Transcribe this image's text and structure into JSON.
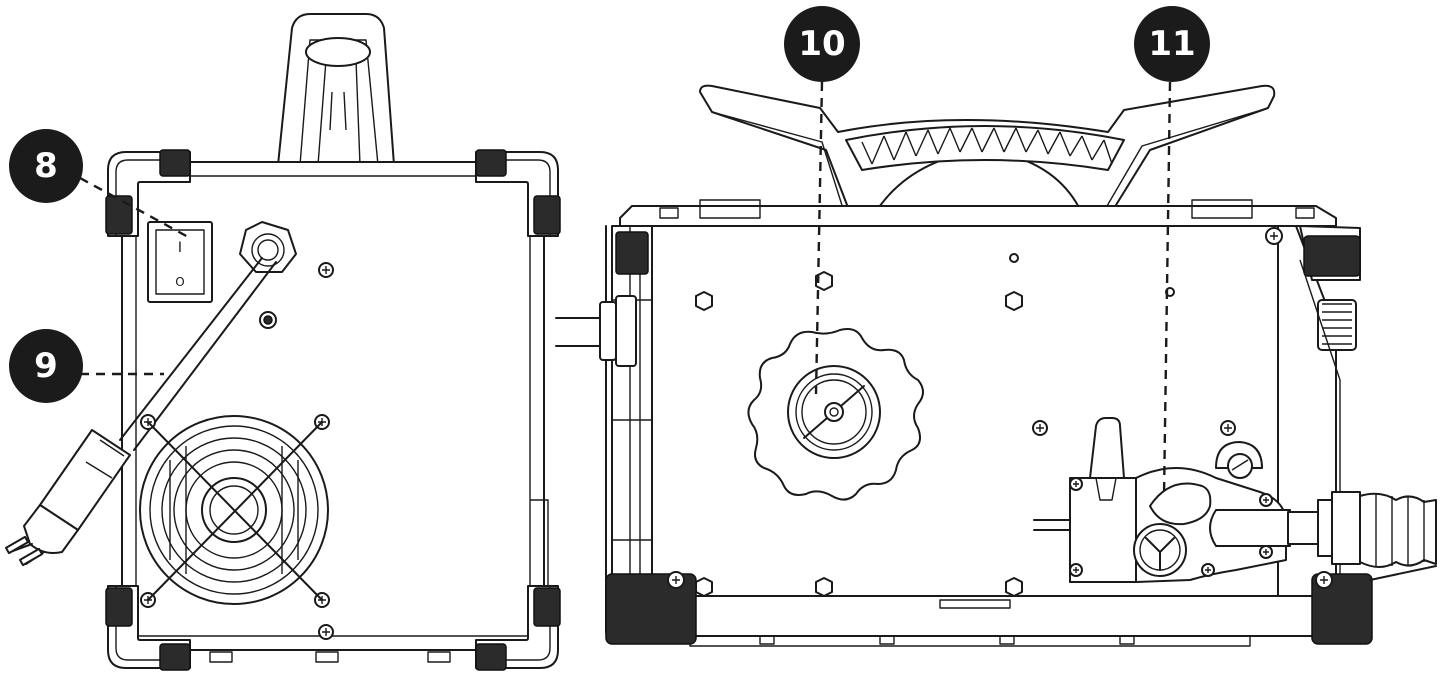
{
  "callouts": [
    {
      "id": "8",
      "label": "8"
    },
    {
      "id": "9",
      "label": "9"
    },
    {
      "id": "10",
      "label": "10"
    },
    {
      "id": "11",
      "label": "11"
    }
  ],
  "switch_marks": {
    "on": "I",
    "off": "O"
  },
  "colors": {
    "badge": "#1b1b1b",
    "line": "#1a1a1a",
    "background": "#ffffff"
  }
}
